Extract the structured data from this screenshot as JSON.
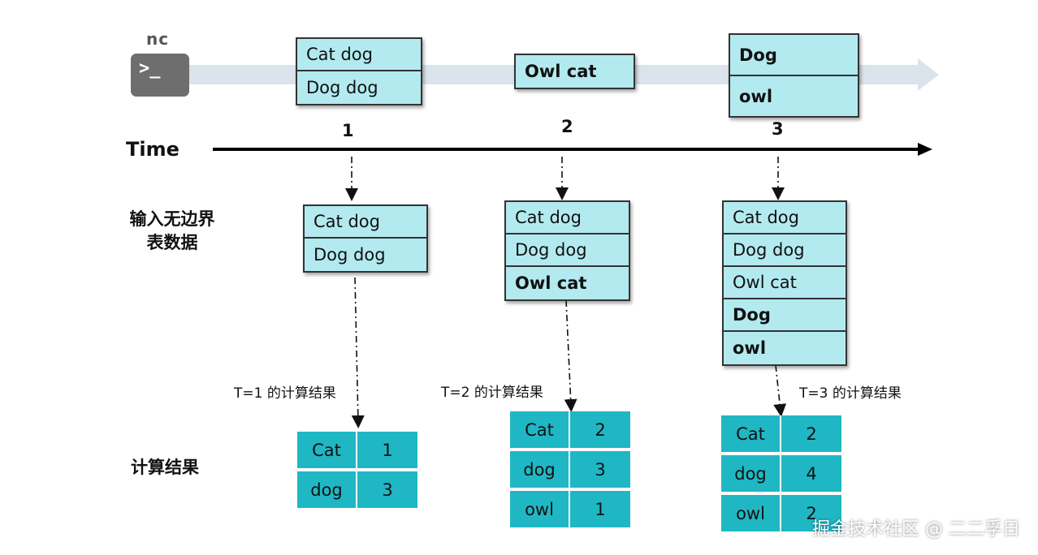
{
  "source": {
    "label": "nc",
    "icon": "terminal-icon",
    "prompt": ">_"
  },
  "stream_batches": [
    {
      "records": [
        "Cat dog",
        "Dog dog"
      ],
      "bold": [
        false,
        false
      ]
    },
    {
      "records": [
        "Owl cat"
      ],
      "bold": [
        true
      ]
    },
    {
      "records": [
        "Dog",
        "owl"
      ],
      "bold": [
        true,
        true
      ]
    }
  ],
  "timeline": {
    "label": "Time",
    "ticks": [
      "1",
      "2",
      "3"
    ]
  },
  "unbounded_table": {
    "label_line1": "输入无边界",
    "label_line2": "表数据",
    "snapshots": [
      {
        "records": [
          "Cat dog",
          "Dog dog"
        ],
        "bold": [
          false,
          false
        ]
      },
      {
        "records": [
          "Cat dog",
          "Dog dog",
          "Owl cat"
        ],
        "bold": [
          false,
          false,
          true
        ]
      },
      {
        "records": [
          "Cat dog",
          "Dog dog",
          "Owl cat",
          "Dog",
          "owl"
        ],
        "bold": [
          false,
          false,
          false,
          true,
          true
        ]
      }
    ]
  },
  "results": {
    "label": "计算结果",
    "captions": [
      "T=1 的计算结果",
      "T=2 的计算结果",
      "T=3 的计算结果"
    ],
    "tables": [
      [
        [
          "Cat",
          "1"
        ],
        [
          "dog",
          "3"
        ]
      ],
      [
        [
          "Cat",
          "2"
        ],
        [
          "dog",
          "3"
        ],
        [
          "owl",
          "1"
        ]
      ],
      [
        [
          "Cat",
          "2"
        ],
        [
          "dog",
          "4"
        ],
        [
          "owl",
          "2"
        ]
      ]
    ]
  },
  "colors": {
    "record_fill": "#b2eaf0",
    "result_fill": "#1fb7c4",
    "stream_bar": "#dbe3ec"
  },
  "watermark": "掘金技术社区 @ 二二孚日"
}
